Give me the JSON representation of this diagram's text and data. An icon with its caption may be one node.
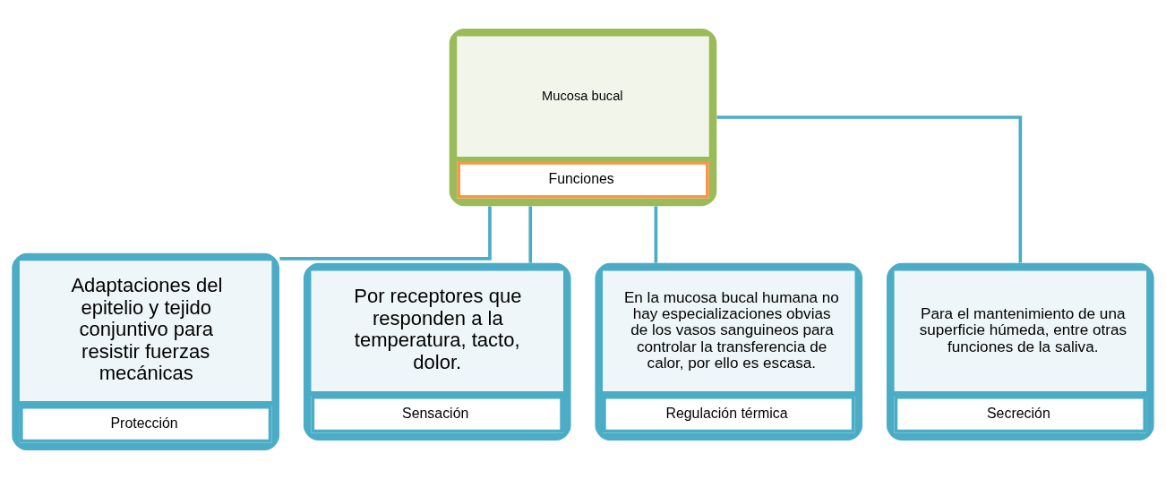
{
  "diagram": {
    "nodes": [
      {
        "text": [
          "Mucosa bucal",
          "Funciones"
        ]
      },
      {
        "text": [
          "Adaptaciones del epitelio y tejido conjuntivo para resistir fuerzas mecánicas",
          "Protección"
        ]
      },
      {
        "text": [
          "Por receptores que responden a la temperatura, tacto, dolor.",
          "Sensación"
        ]
      },
      {
        "text": [
          "En la mucosa bucal humana no hay especializaciones obvias de los vasos sanguineos para controlar la transferencia de calor, por ello es escasa.",
          "Regulación térmica"
        ]
      },
      {
        "text": [
          "Para el mantenimiento de una superficie húmeda, entre otras funciones de la saliva.",
          "Secreción"
        ]
      }
    ],
    "edges": [
      {
        "from": 0,
        "to": 1,
        "arrow": "none"
      },
      {
        "from": 0,
        "to": 2,
        "arrow": "none"
      },
      {
        "from": 0,
        "to": 3,
        "arrow": "none"
      },
      {
        "from": 0,
        "to": 4,
        "arrow": "none"
      }
    ]
  }
}
